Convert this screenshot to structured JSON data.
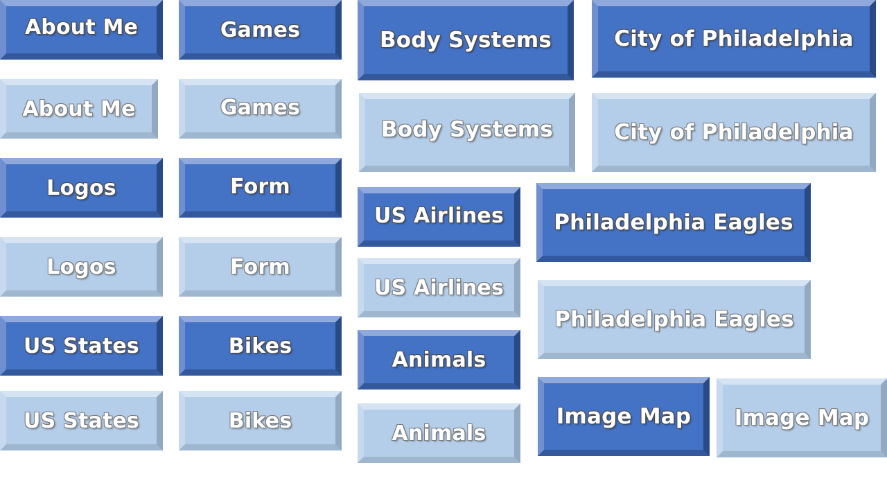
{
  "buttons": {
    "about_me": "About Me",
    "games": "Games",
    "body_systems": "Body Systems",
    "city_of_philadelphia": "City of Philadelphia",
    "logos": "Logos",
    "form": "Form",
    "us_airlines": "US Airlines",
    "philadelphia_eagles": "Philadelphia Eagles",
    "us_states": "US States",
    "bikes": "Bikes",
    "animals": "Animals",
    "image_map": "Image Map"
  },
  "styles": {
    "dark_fill": "#4472c4",
    "light_fill": "#b4cde8",
    "text_color": "#ffffff"
  }
}
